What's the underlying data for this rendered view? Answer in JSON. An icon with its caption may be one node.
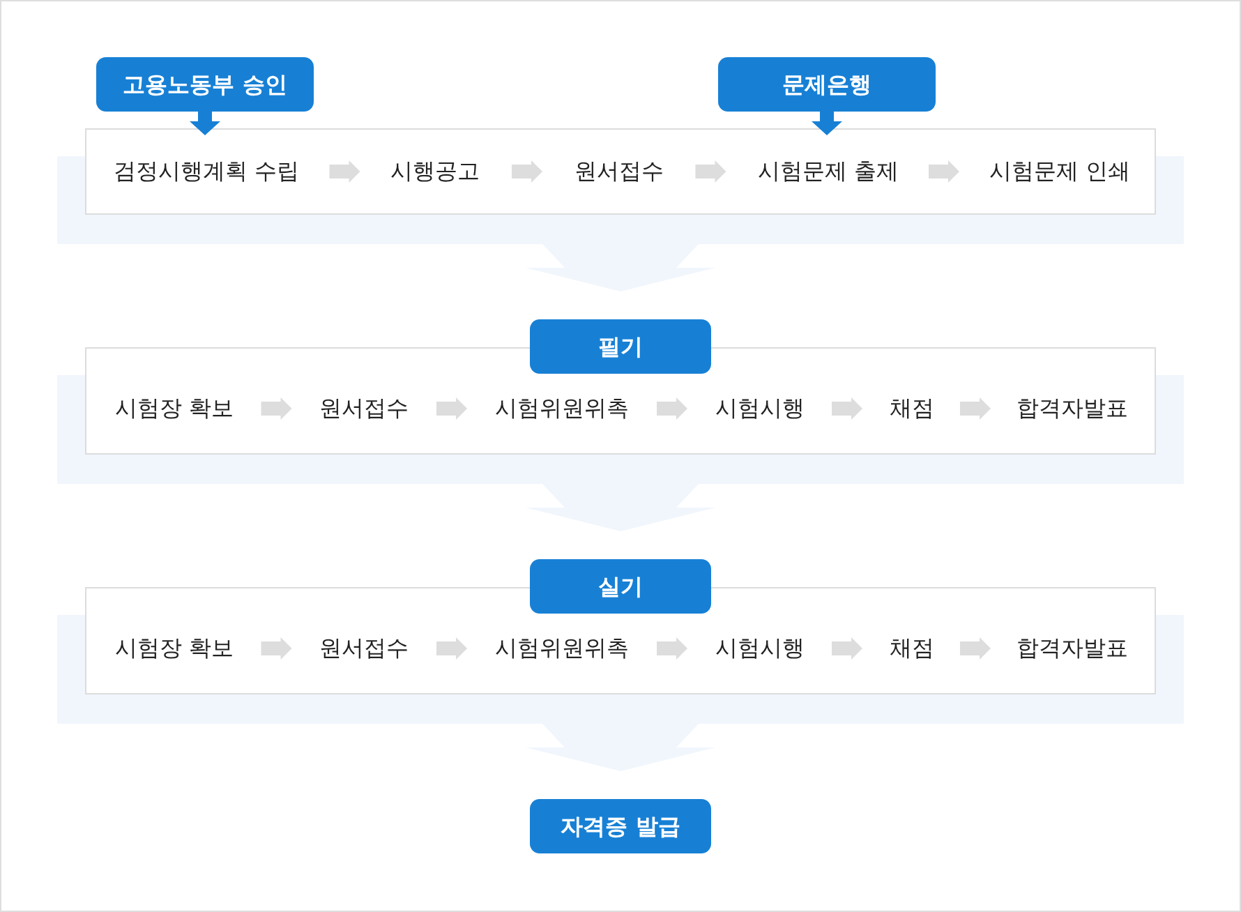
{
  "diagram": {
    "nodes": [
      {
        "text": [
          "고용노동부 승인"
        ]
      },
      {
        "text": [
          "문제은행"
        ]
      },
      {
        "text": [],
        "shape": "box"
      },
      {
        "text": [
          "검정시행계획 수립"
        ],
        "in": 2
      },
      {
        "text": [
          "시행공고"
        ],
        "in": 2
      },
      {
        "text": [
          "원서접수"
        ],
        "in": 2
      },
      {
        "text": [
          "시험문제 출제"
        ],
        "in": 2
      },
      {
        "text": [
          "시험문제 인쇄"
        ],
        "in": 2
      },
      {
        "text": [
          "필기"
        ]
      },
      {
        "text": [],
        "shape": "box"
      },
      {
        "text": [
          "시험장 확보"
        ],
        "in": 9
      },
      {
        "text": [
          "원서접수"
        ],
        "in": 9
      },
      {
        "text": [
          "시험위원위촉"
        ],
        "in": 9
      },
      {
        "text": [
          "시험시행"
        ],
        "in": 9
      },
      {
        "text": [
          "채점"
        ],
        "in": 9
      },
      {
        "text": [
          "합격자발표"
        ],
        "in": 9
      },
      {
        "text": [
          "실기"
        ]
      },
      {
        "text": [],
        "shape": "box"
      },
      {
        "text": [
          "시험장 확보"
        ],
        "in": 17
      },
      {
        "text": [
          "원서접수"
        ],
        "in": 17
      },
      {
        "text": [
          "시험위원위촉"
        ],
        "in": 17
      },
      {
        "text": [
          "시험시행"
        ],
        "in": 17
      },
      {
        "text": [
          "채점"
        ],
        "in": 17
      },
      {
        "text": [
          "합격자발표"
        ],
        "in": 17
      },
      {
        "text": [
          "자격증 발급"
        ]
      }
    ],
    "edges": [
      {
        "from": 0,
        "to": 2,
        "arrow": "to",
        "color": "#1780d5"
      },
      {
        "from": 1,
        "to": 2,
        "arrow": "to",
        "color": "#1780d5"
      },
      {
        "from": 3,
        "to": 4,
        "arrow": "to"
      },
      {
        "from": 4,
        "to": 5,
        "arrow": "to"
      },
      {
        "from": 5,
        "to": 6,
        "arrow": "to"
      },
      {
        "from": 6,
        "to": 7,
        "arrow": "to"
      },
      {
        "from": 2,
        "to": 8,
        "arrow": "to",
        "style": "thick",
        "color": "#f1f6fd"
      },
      {
        "from": 10,
        "to": 11,
        "arrow": "to"
      },
      {
        "from": 11,
        "to": 12,
        "arrow": "to"
      },
      {
        "from": 12,
        "to": 13,
        "arrow": "to"
      },
      {
        "from": 13,
        "to": 14,
        "arrow": "to"
      },
      {
        "from": 14,
        "to": 15,
        "arrow": "to"
      },
      {
        "from": 9,
        "to": 16,
        "arrow": "to",
        "style": "thick",
        "color": "#f1f6fd"
      },
      {
        "from": 18,
        "to": 19,
        "arrow": "to"
      },
      {
        "from": 19,
        "to": 20,
        "arrow": "to"
      },
      {
        "from": 20,
        "to": 21,
        "arrow": "to"
      },
      {
        "from": 21,
        "to": 22,
        "arrow": "to"
      },
      {
        "from": 22,
        "to": 23,
        "arrow": "to"
      },
      {
        "from": 17,
        "to": 24,
        "arrow": "to",
        "style": "thick",
        "color": "#f1f6fd"
      }
    ]
  }
}
